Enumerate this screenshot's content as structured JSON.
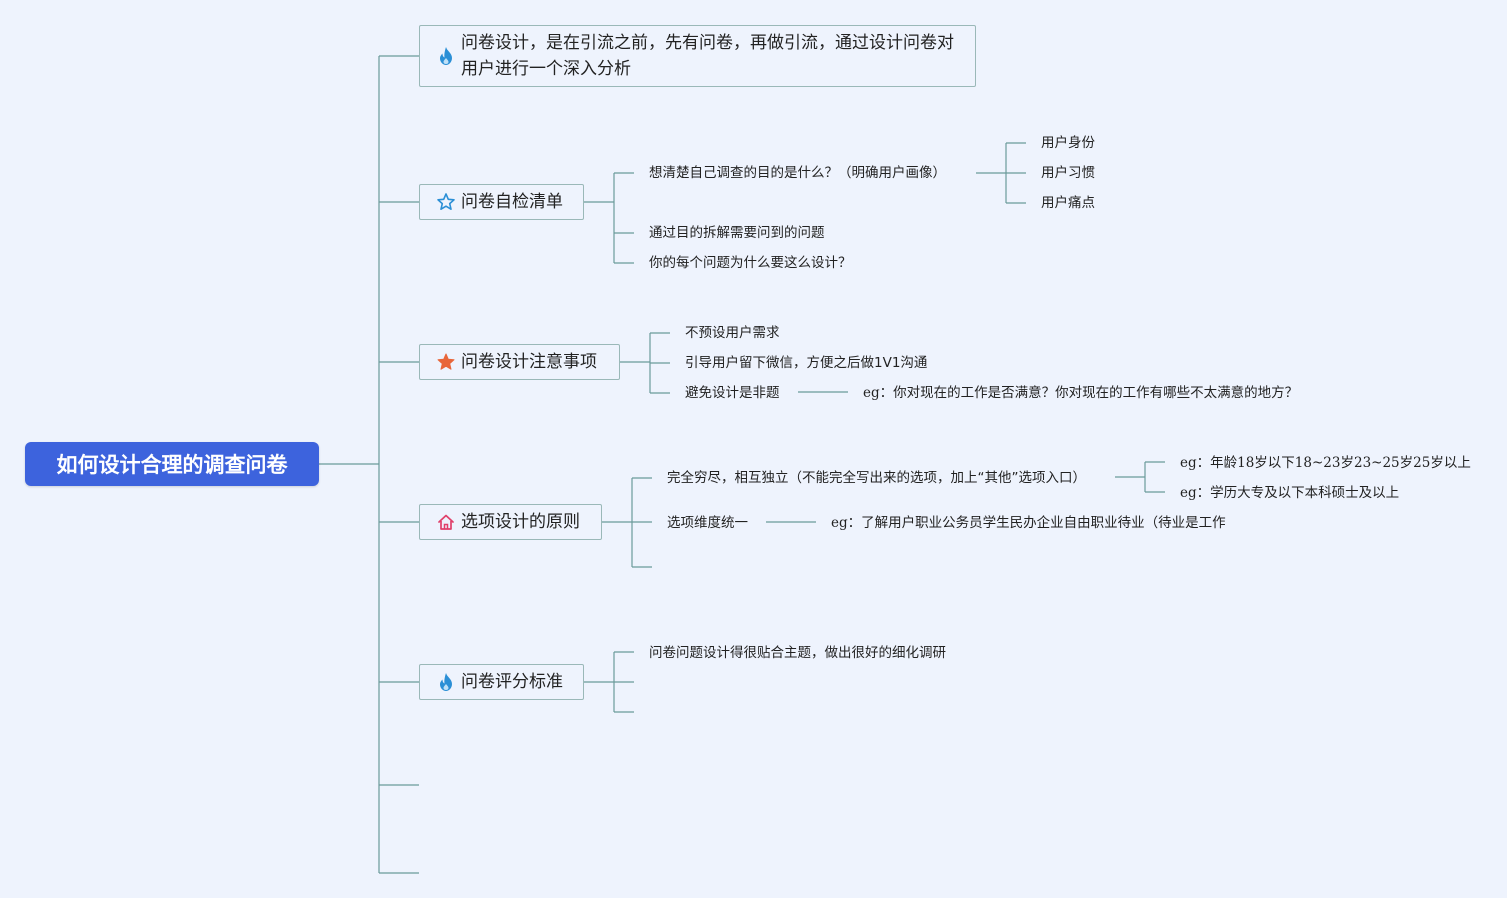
{
  "colors": {
    "background": "#eef3fd",
    "root_fill": "#3d63dd",
    "line": "#6a9a9a",
    "branch_border": "#9ab8b8",
    "flame": "#2b8fd6",
    "star_outline": "#2b8fd6",
    "star_filled": "#e8663a",
    "house": "#e0406a"
  },
  "root": {
    "label": "如何设计合理的调查问卷"
  },
  "branches": [
    {
      "icon": "flame-icon",
      "label": "问卷设计，是在引流之前，先有问卷，再做引流，通过设计问卷对用户进行一个深入分析",
      "children": []
    },
    {
      "icon": "star-outline-icon",
      "label": "问卷自检清单",
      "children": [
        {
          "label": "想清楚自己调查的目的是什么？（明确用户画像）",
          "children": [
            {
              "label": "用户身份"
            },
            {
              "label": "用户习惯"
            },
            {
              "label": "用户痛点"
            }
          ]
        },
        {
          "label": "通过目的拆解需要问到的问题"
        },
        {
          "label": "你的每个问题为什么要这么设计？"
        }
      ]
    },
    {
      "icon": "star-filled-icon",
      "label": "问卷设计注意事项",
      "children": [
        {
          "label": "不预设用户需求"
        },
        {
          "label": "引导用户留下微信，方便之后做1V1沟通"
        },
        {
          "label": "避免设计是非题",
          "children": [
            {
              "label": "eg：你对现在的工作是否满意？你对现在的工作有哪些不太满意的地方？"
            }
          ]
        }
      ]
    },
    {
      "icon": "house-icon",
      "label": "选项设计的原则",
      "children": [
        {
          "label": "完全穷尽，相互独立（不能完全写出来的选项，加上“其他”选项入口）",
          "children": [
            {
              "label": "eg：年龄18岁以下18~23岁23~25岁25岁以上"
            },
            {
              "label": "eg：学历大专及以下本科硕士及以上"
            }
          ]
        },
        {
          "label": "选项维度统一",
          "children": [
            {
              "label": "eg：了解用户职业公务员学生民办企业自由职业待业（待业是工作"
            }
          ]
        },
        {
          "label": ""
        }
      ]
    },
    {
      "icon": "flame-icon",
      "label": "问卷评分标准",
      "children": [
        {
          "label": "问卷问题设计得很贴合主题，做出很好的细化调研"
        },
        {
          "label": ""
        },
        {
          "label": ""
        }
      ]
    },
    {
      "label": ""
    },
    {
      "label": ""
    }
  ]
}
